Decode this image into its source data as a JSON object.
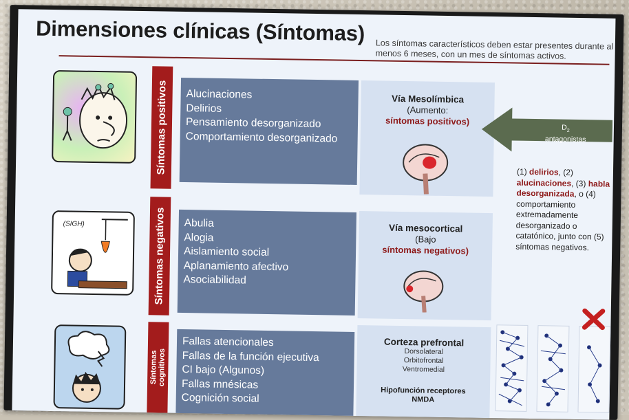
{
  "slide": {
    "title": "Dimensiones clínicas (Síntomas)",
    "subtitle": "Los síntomas característicos deben estar presentes durante al menos 6 meses, con un mes de síntomas activos."
  },
  "rows": [
    {
      "tab": "Síntomas positivos",
      "symptoms": [
        "Alucinaciones",
        "Delirios",
        "Pensamiento desorganizado",
        "Comportamiento desorganizado"
      ],
      "path_title": "Vía Mesolímbica",
      "path_line": "(Aumento:",
      "path_highlight": "síntomas positivos)"
    },
    {
      "tab": "Síntomas negativos",
      "symptoms": [
        "Abulia",
        "Alogia",
        "Aislamiento social",
        "Aplanamiento afectivo",
        "Asociabilidad"
      ],
      "path_title": "Vía mesocortical",
      "path_line": "(Bajo",
      "path_highlight": "síntomas negativos)"
    },
    {
      "tab": "Síntomas cognitivos",
      "symptoms": [
        "Fallas atencionales",
        "Fallas de la función ejecutiva",
        "CI bajo (Algunos)",
        "Fallas mnésicas",
        "Cognición social"
      ],
      "path_title": "Corteza prefrontal",
      "path_sub": [
        "Dorsolateral",
        "Orbitofrontal",
        "Ventromedial"
      ],
      "path_footer": [
        "Hipofunción receptores",
        "NMDA"
      ]
    }
  ],
  "arrow": {
    "label_top": "D",
    "label_sub": "2",
    "label_bottom": "antagonistas"
  },
  "criteria": {
    "p1": "(1) ",
    "h1": "delirios",
    "p2": ", (2) ",
    "h2": "alucinaciones",
    "p3": ", (3) ",
    "h3": "habla desorganizada",
    "p4": ", o (4) comportamiento extremadamente desorganizado o catatónico, junto con (5) síntomas negativos."
  },
  "cartoon": {
    "sigh": "(SIGH)"
  },
  "colors": {
    "accent": "#a31c1c",
    "box": "#667a9b",
    "panel": "#d6e1f1",
    "arrow": "#5b6b4f"
  }
}
